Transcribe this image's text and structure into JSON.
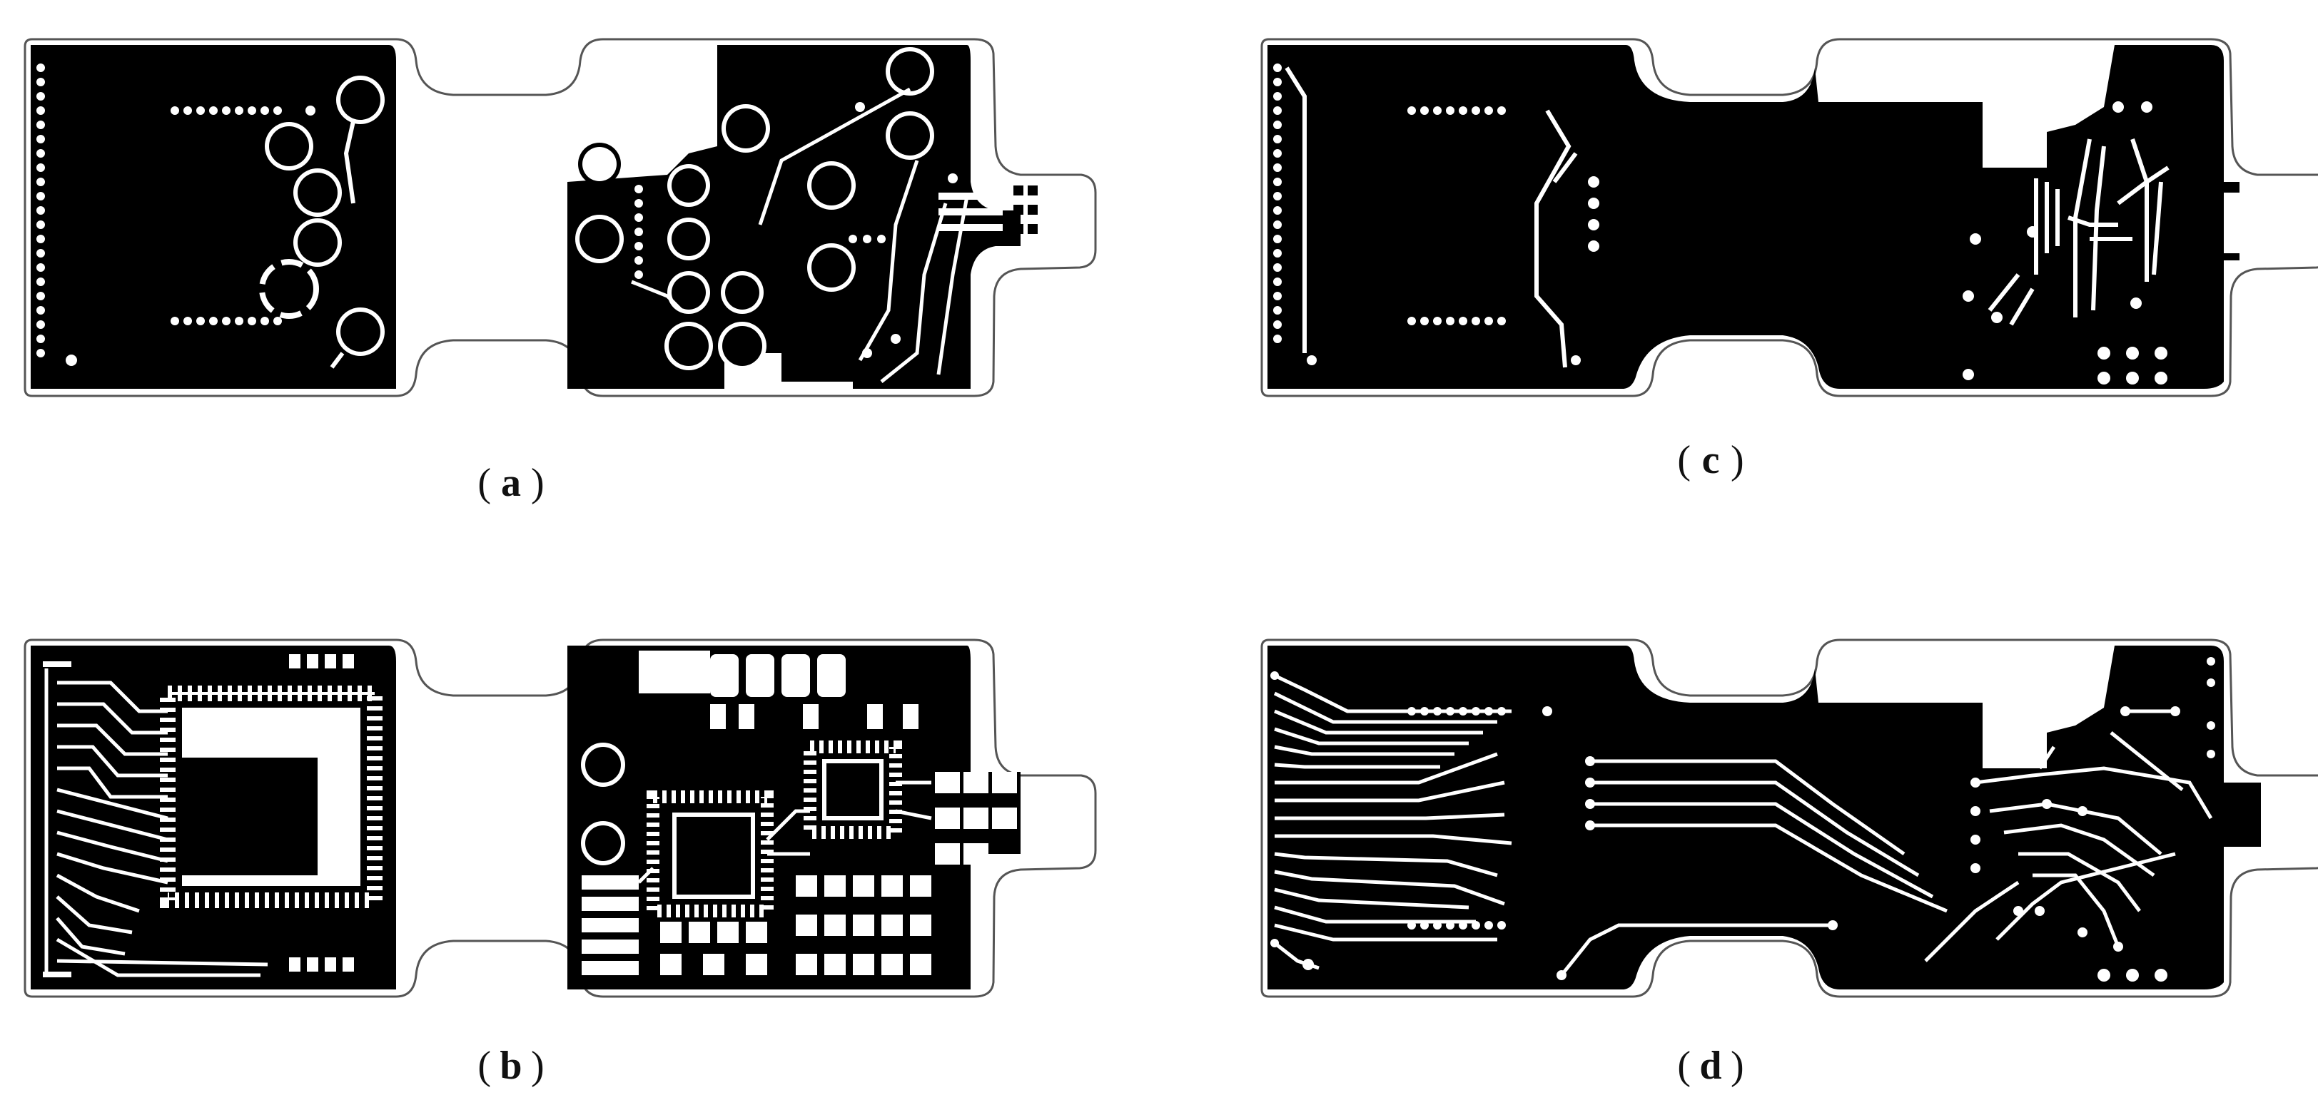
{
  "panels": [
    {
      "id": "a",
      "caption_open": "(",
      "caption_letter": "a",
      "caption_close": ")"
    },
    {
      "id": "b",
      "caption_open": "(",
      "caption_letter": "b",
      "caption_close": ")"
    },
    {
      "id": "c",
      "caption_open": "(",
      "caption_letter": "c",
      "caption_close": ")"
    },
    {
      "id": "d",
      "caption_open": "(",
      "caption_letter": "d",
      "caption_close": ")"
    }
  ],
  "colors": {
    "copper": "#000000",
    "background": "#ffffff",
    "outline": "#555555"
  },
  "icons": [
    "pcb-layer-top",
    "pcb-layer-bottom",
    "pcb-layer-inner-1",
    "pcb-layer-inner-2"
  ]
}
